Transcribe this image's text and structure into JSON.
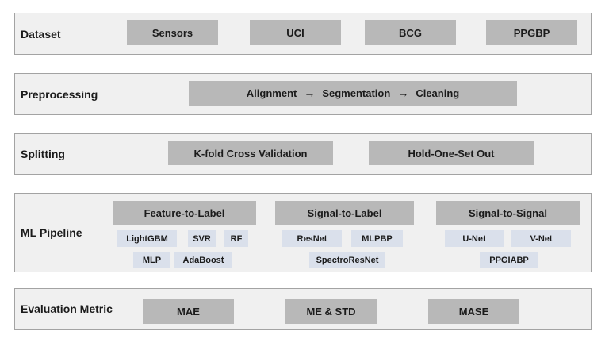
{
  "colors": {
    "page_bg": "#ffffff",
    "panel_bg": "#f0f0f0",
    "panel_border": "#a3a3a3",
    "box_bg": "#b8b8b8",
    "chip_bg": "#dae0eb",
    "text": "#1b1b1b"
  },
  "rows": {
    "dataset": {
      "label": "Dataset",
      "items": [
        "Sensors",
        "UCI",
        "BCG",
        "PPGBP"
      ]
    },
    "preprocessing": {
      "label": "Preprocessing",
      "steps": [
        "Alignment",
        "Segmentation",
        "Cleaning"
      ],
      "arrow": "→"
    },
    "splitting": {
      "label": "Splitting",
      "items": [
        "K-fold Cross Validation",
        "Hold-One-Set Out"
      ]
    },
    "ml_pipeline": {
      "label": "ML Pipeline",
      "columns": [
        {
          "header": "Feature-to-Label",
          "row1": [
            "LightGBM",
            "SVR",
            "RF"
          ],
          "row2": [
            "MLP",
            "AdaBoost"
          ]
        },
        {
          "header": "Signal-to-Label",
          "row1": [
            "ResNet",
            "MLPBP"
          ],
          "row2": [
            "SpectroResNet"
          ]
        },
        {
          "header": "Signal-to-Signal",
          "row1": [
            "U-Net",
            "V-Net"
          ],
          "row2": [
            "PPGIABP"
          ]
        }
      ]
    },
    "evaluation": {
      "label": "Evaluation Metric",
      "items": [
        "MAE",
        "ME & STD",
        "MASE"
      ]
    }
  }
}
